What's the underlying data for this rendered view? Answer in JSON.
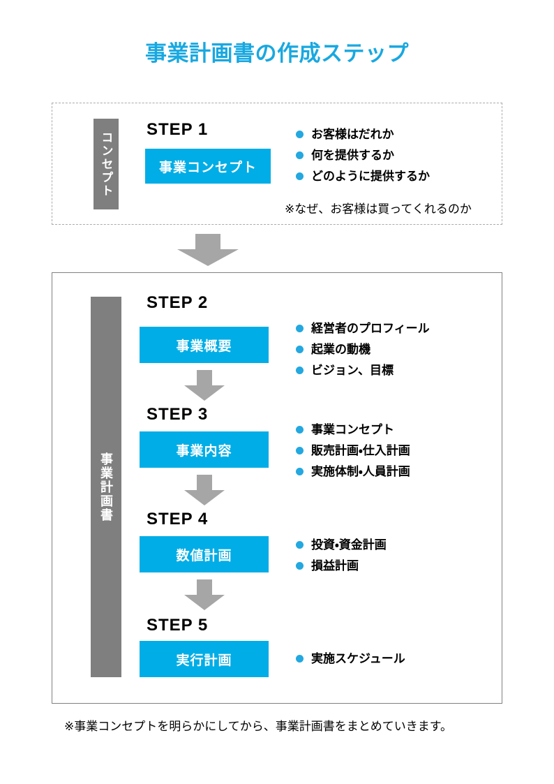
{
  "title": "事業計画書の作成ステップ",
  "colors": {
    "accent_cyan": "#00ADE6",
    "title_blue": "#19A8E0",
    "bullet_blue": "#23A8E0",
    "gray_bar": "#7F7F7F",
    "arrow_gray": "#A6A6A6",
    "box_border_solid": "#808080",
    "box_border_dashed": "#AAAAAA"
  },
  "sections": [
    {
      "id": "concept",
      "side_label": "コンセプト",
      "border": "dashed",
      "steps": [
        {
          "step_label": "STEP 1",
          "box_label": "事業コンセプト",
          "bullets": [
            "お客様はだれか",
            "何を提供するか",
            "どのように提供するか"
          ]
        }
      ],
      "note": "※なぜ、お客様は買ってくれるのか"
    },
    {
      "id": "business-plan",
      "side_label": "事業計画書",
      "border": "solid",
      "steps": [
        {
          "step_label": "STEP 2",
          "box_label": "事業概要",
          "bullets": [
            "経営者のプロフィール",
            "起業の動機",
            "ビジョン、目標"
          ]
        },
        {
          "step_label": "STEP 3",
          "box_label": "事業内容",
          "bullets": [
            "事業コンセプト",
            "販売計画・仕入計画",
            "実施体制・人員計画"
          ]
        },
        {
          "step_label": "STEP 4",
          "box_label": "数値計画",
          "bullets": [
            "投資・資金計画",
            "損益計画"
          ]
        },
        {
          "step_label": "STEP 5",
          "box_label": "実行計画",
          "bullets": [
            "実施スケジュール"
          ]
        }
      ]
    }
  ],
  "footer_note": "※事業コンセプトを明らかにしてから、事業計画書をまとめていきます。"
}
